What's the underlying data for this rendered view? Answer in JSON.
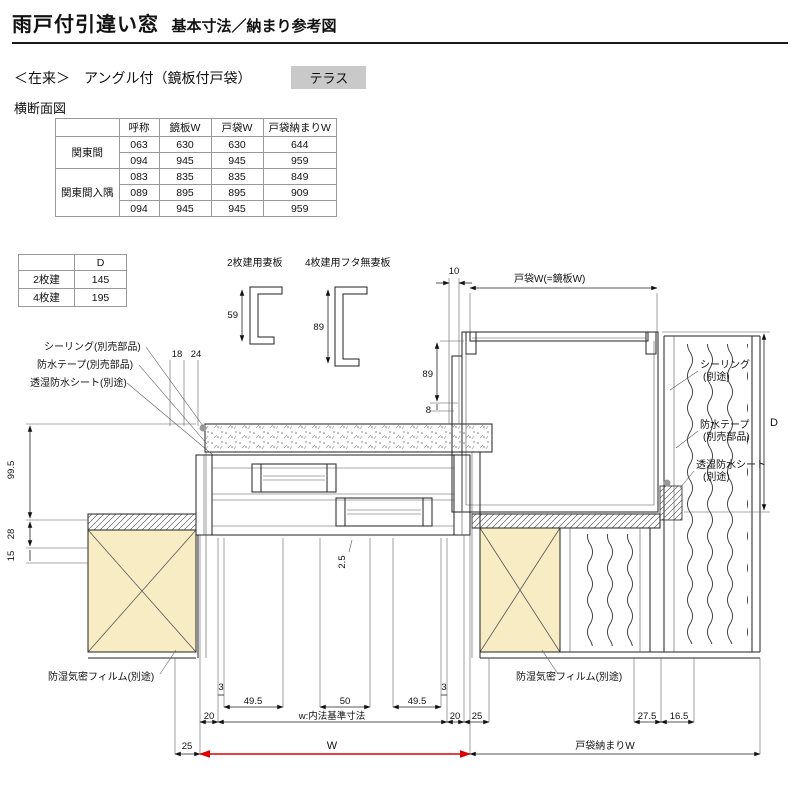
{
  "header": {
    "title": "雨戸付引違い窓",
    "subtitle": "基本寸法／納まり参考図"
  },
  "meta": {
    "construction": "＜在来＞",
    "spec": "アングル付（鏡板付戸袋）",
    "badge": "テラス",
    "view_label": "横断面図"
  },
  "size_table": {
    "headers": [
      "呼称",
      "鏡板W",
      "戸袋W",
      "戸袋納まりW"
    ],
    "groups": [
      {
        "label": "関東間",
        "rows": [
          [
            "063",
            "630",
            "630",
            "644"
          ],
          [
            "094",
            "945",
            "945",
            "959"
          ]
        ]
      },
      {
        "label": "関東間入隅",
        "rows": [
          [
            "083",
            "835",
            "835",
            "849"
          ],
          [
            "089",
            "895",
            "895",
            "909"
          ],
          [
            "094",
            "945",
            "945",
            "959"
          ]
        ]
      }
    ]
  },
  "depth_table": {
    "header": "D",
    "rows": [
      {
        "label": "2枚建",
        "value": "145"
      },
      {
        "label": "4枚建",
        "value": "195"
      }
    ]
  },
  "diagram": {
    "profile2_label": "2枚建用妻板",
    "profile4_label": "4枚建用フタ無妻板",
    "dim_59": "59",
    "dim_89p": "89",
    "dim_10": "10",
    "tobukuro_w": "戸袋W(=鏡板W)",
    "sealing_left": "シーリング(別売部品)",
    "tape_left": "防水テープ(別売部品)",
    "sheet_left": "透湿防水シート(別途)",
    "dim_18": "18",
    "dim_24": "24",
    "dim_89": "89",
    "dim_8": "8",
    "sealing_right_1": "シーリング",
    "sealing_right_2": "(別途)",
    "tape_right_1": "防水テープ",
    "tape_right_2": "(別売部品)",
    "sheet_right_1": "透湿防水シート",
    "sheet_right_2": "(別途)",
    "dim_D": "D",
    "dim_99_5": "99.5",
    "dim_28": "28",
    "dim_15": "15",
    "dim_2_5": "2.5",
    "film_left": "防湿気密フィルム(別途)",
    "film_right": "防湿気密フィルム(別途)",
    "dim_3_left": "3",
    "dim_49_5_left": "49.5",
    "dim_50": "50",
    "dim_49_5_right": "49.5",
    "dim_3_right": "3",
    "dim_20_left": "20",
    "w_naiho": "w:内法基準寸法",
    "dim_20_right": "20",
    "dim_25_right": "25",
    "dim_27_5": "27.5",
    "dim_16_5": "16.5",
    "dim_25_bottom": "25",
    "dim_W": "W",
    "tobukuro_osamari_w": "戸袋納まりW"
  },
  "colors": {
    "accent_red": "#dd0000",
    "badge_bg": "#c9c9c9",
    "wood_fill": "#f7ecc3",
    "line": "#222222"
  }
}
